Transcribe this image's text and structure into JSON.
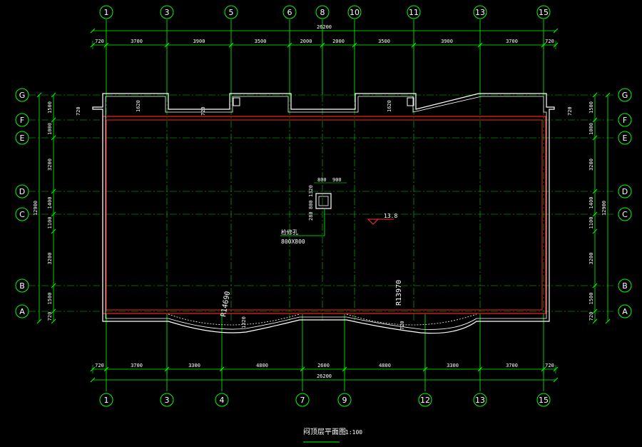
{
  "colors": {
    "background": "#000000",
    "axis": "#00ff00",
    "dimension": "#00ff00",
    "wall": "#ffffff",
    "slab_edge": "#ff2020",
    "text": "#ffffff",
    "marker": "#ff3030"
  },
  "title": {
    "main": "闷顶层平面图",
    "scale": "1:100"
  },
  "axes_top": [
    "1",
    "3",
    "5",
    "6",
    "8",
    "10",
    "11",
    "13",
    "15"
  ],
  "axes_bottom": [
    "1",
    "3",
    "4",
    "7",
    "9",
    "12",
    "13",
    "15"
  ],
  "axes_left": [
    "G",
    "F",
    "E",
    "D",
    "C",
    "B",
    "A"
  ],
  "axes_right": [
    "G",
    "F",
    "E",
    "D",
    "C",
    "B",
    "A"
  ],
  "dims_top": {
    "total": "26200",
    "segments": [
      "720",
      "3700",
      "3900",
      "3500",
      "2000",
      "2000",
      "3500",
      "3900",
      "3700",
      "720"
    ]
  },
  "dims_bottom": {
    "total": "26200",
    "segments": [
      "720",
      "3700",
      "3300",
      "4800",
      "2600",
      "4800",
      "3300",
      "3700",
      "720"
    ]
  },
  "dims_left": {
    "total": "12900",
    "segments": [
      "1500",
      "1000",
      "3200",
      "1400",
      "1100",
      "3200",
      "1500",
      "720"
    ]
  },
  "dims_right": {
    "total": "12900",
    "segments": [
      "1500",
      "1000",
      "3200",
      "1400",
      "1100",
      "3200",
      "1500",
      "720"
    ]
  },
  "labels": {
    "d720_left": "720",
    "d720_right": "720",
    "d720_mid": "720",
    "d1620_left": "1620",
    "d1620_right": "1620",
    "hatch_w1": "800",
    "hatch_w2": "900",
    "hatch_h1": "1320",
    "hatch_h2": "800",
    "hatch_h3": "280",
    "level": "13.8",
    "hatch_note_1": "检修孔",
    "hatch_note_2": "800X800",
    "radius_left": "R14690",
    "radius_right": "R13970",
    "arc_dim_left": "1320",
    "arc_dim_right": "720"
  }
}
